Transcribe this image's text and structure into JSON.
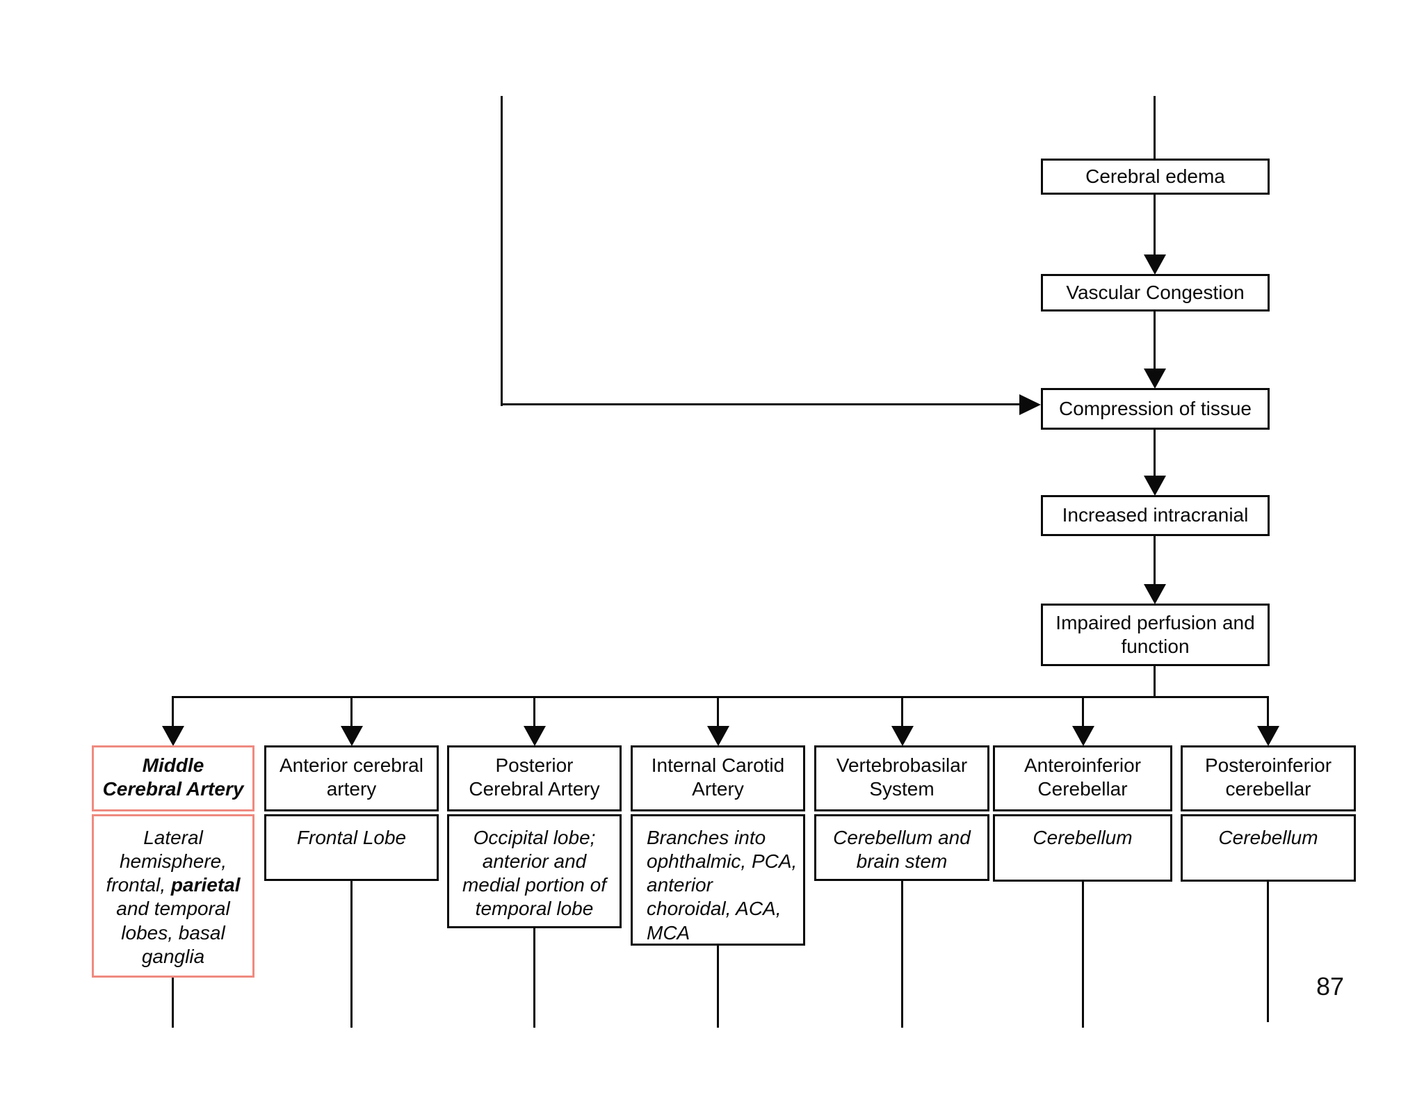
{
  "page": {
    "number": "87"
  },
  "colors": {
    "highlight_border": "#ef8a80"
  },
  "chain": {
    "cerebral_edema": "Cerebral edema",
    "vascular_congestion": "Vascular Congestion",
    "compression": "Compression of tissue",
    "increased_intracranial": "Increased intracranial",
    "impaired_perfusion": "Impaired perfusion and function"
  },
  "branches": [
    {
      "title": "Middle Cerebral Artery",
      "territory_pre": "Lateral hemisphere, frontal, ",
      "territory_bold": "parietal",
      "territory_post": " and temporal lobes, basal ganglia",
      "highlighted": true
    },
    {
      "title": "Anterior cerebral artery",
      "territory": "Frontal Lobe"
    },
    {
      "title": "Posterior Cerebral Artery",
      "territory": "Occipital lobe; anterior and medial portion of temporal lobe"
    },
    {
      "title": "Internal Carotid Artery",
      "territory": "Branches into ophthalmic, PCA, anterior choroidal, ACA, MCA"
    },
    {
      "title": "Vertebrobasilar System",
      "territory": "Cerebellum and brain stem"
    },
    {
      "title": "Anteroinferior Cerebellar",
      "territory": "Cerebellum"
    },
    {
      "title": "Posteroinferior cerebellar",
      "territory": "Cerebellum"
    }
  ]
}
